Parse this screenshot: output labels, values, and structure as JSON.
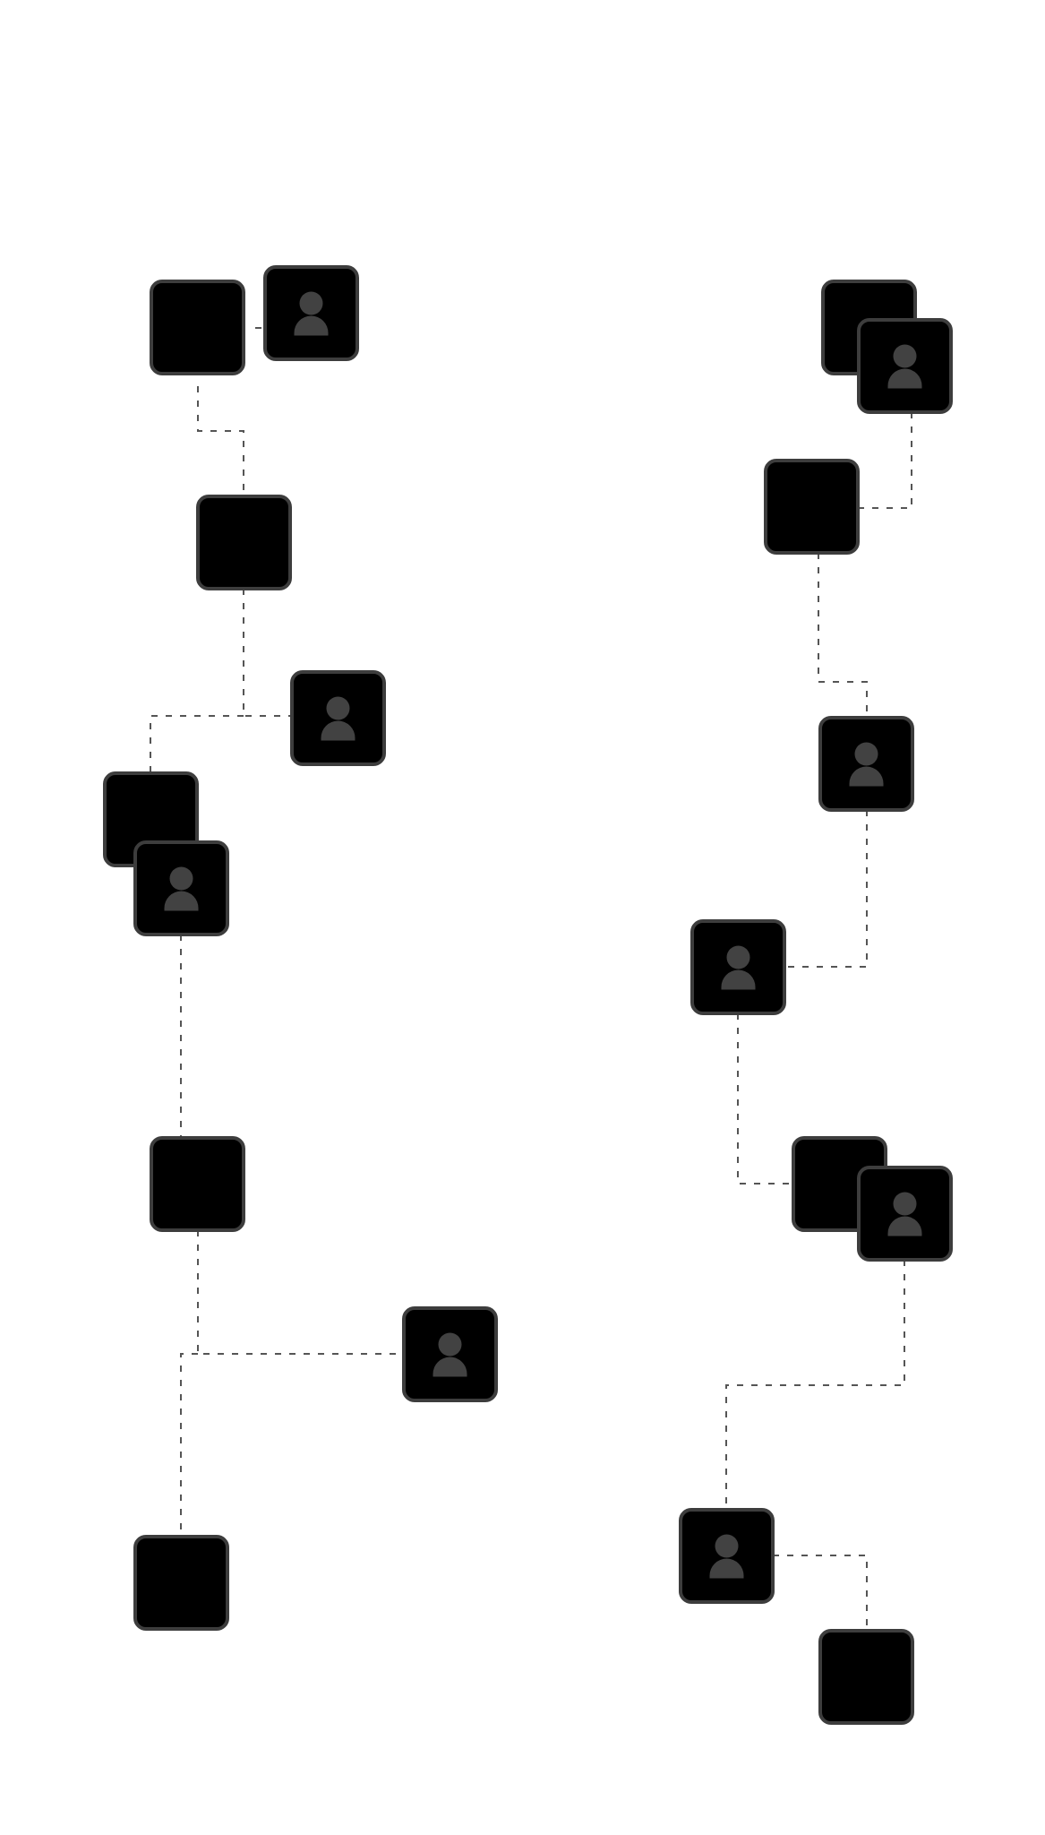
{
  "diagram": {
    "nodes": [
      {
        "id": "a1",
        "kind": "blank"
      },
      {
        "id": "a2",
        "kind": "person"
      },
      {
        "id": "a3",
        "kind": "blank"
      },
      {
        "id": "a4",
        "kind": "person"
      },
      {
        "id": "a5",
        "kind": "blank"
      },
      {
        "id": "a6",
        "kind": "person"
      },
      {
        "id": "a7",
        "kind": "blank"
      },
      {
        "id": "a8",
        "kind": "person"
      },
      {
        "id": "a9",
        "kind": "blank"
      },
      {
        "id": "b1",
        "kind": "blank"
      },
      {
        "id": "b2",
        "kind": "person"
      },
      {
        "id": "b3",
        "kind": "blank"
      },
      {
        "id": "b4",
        "kind": "person"
      },
      {
        "id": "b5",
        "kind": "person"
      },
      {
        "id": "b6",
        "kind": "blank"
      },
      {
        "id": "b7",
        "kind": "person"
      },
      {
        "id": "b8",
        "kind": "person"
      },
      {
        "id": "b9",
        "kind": "blank"
      }
    ],
    "edges": [
      [
        "a1",
        "a2"
      ],
      [
        "a1",
        "a3"
      ],
      [
        "a3",
        "a4"
      ],
      [
        "a3",
        "a5"
      ],
      [
        "a6",
        "a7"
      ],
      [
        "a7",
        "a8"
      ],
      [
        "a7",
        "a9"
      ],
      [
        "b2",
        "b3"
      ],
      [
        "b3",
        "b4"
      ],
      [
        "b4",
        "b5"
      ],
      [
        "b5",
        "b6"
      ],
      [
        "b7",
        "b8"
      ],
      [
        "b8",
        "b9"
      ]
    ],
    "colors": {
      "node_fill": "#000000",
      "node_border": "#3d3d3d",
      "avatar": "#424242",
      "connector": "#555555",
      "background": "#ffffff"
    },
    "icons": {
      "person": "user-avatar-icon"
    }
  }
}
